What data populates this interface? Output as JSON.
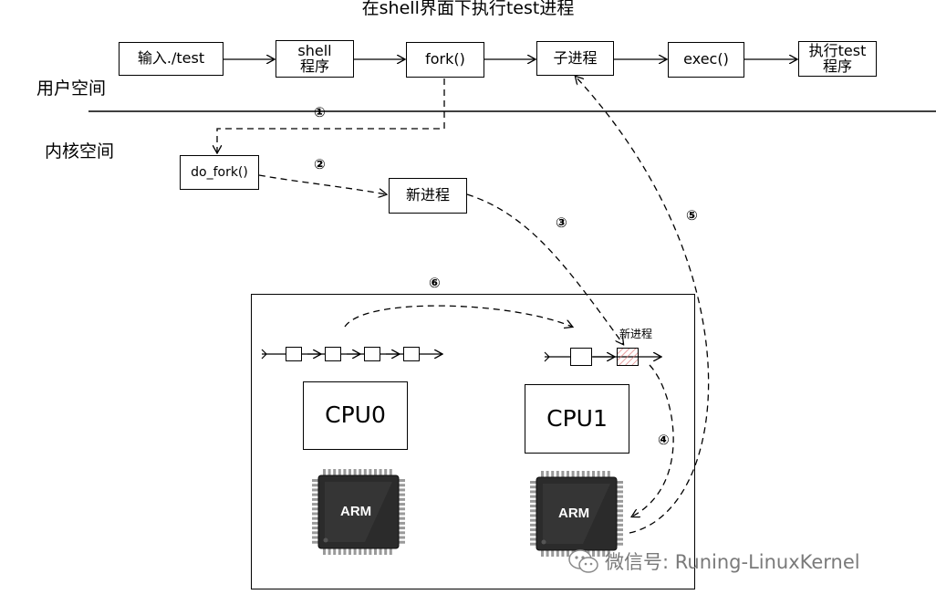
{
  "title": "在shell界面下执行test进程",
  "regions": {
    "user_space": "用户空间",
    "kernel_space": "内核空间"
  },
  "flow_boxes": {
    "input": "输入./test",
    "shell_line1": "shell",
    "shell_line2": "程序",
    "fork": "fork()",
    "child": "子进程",
    "exec": "exec()",
    "run_line1": "执行test",
    "run_line2": "程序"
  },
  "kernel": {
    "do_fork": "do_fork()",
    "new_process": "新进程"
  },
  "steps": [
    "①",
    "②",
    "③",
    "④",
    "⑤",
    "⑥"
  ],
  "cpus": {
    "cpu0": "CPU0",
    "cpu1": "CPU1",
    "chip_label": "ARM"
  },
  "queue_new_process": "新进程",
  "watermark": "微信号: Runing-LinuxKernel",
  "icons": {
    "chip": "arm-chip-icon",
    "wechat": "wechat-icon"
  },
  "colors": {
    "hatch": "#e07a7a",
    "chip_body": "#2b2b2b",
    "watermark": "#7a7a7a"
  }
}
